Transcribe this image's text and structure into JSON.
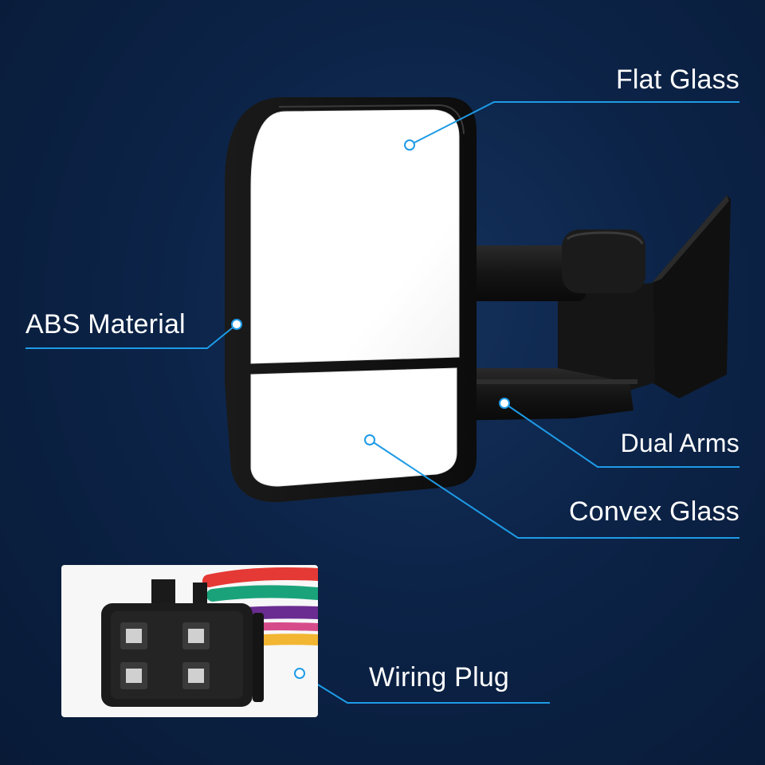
{
  "callouts": {
    "flat_glass": "Flat Glass",
    "abs_material": "ABS Material",
    "dual_arms": "Dual Arms",
    "convex_glass": "Convex Glass",
    "wiring_plug": "Wiring Plug"
  },
  "colors": {
    "background": "#0c2347",
    "callout_line": "#1e9be6",
    "label_text": "#ffffff",
    "mirror_housing": "#111111",
    "inset_background": "#f7f7f7"
  },
  "wire_colors": [
    "#e53935",
    "#1aa37a",
    "#6a2c91",
    "#f2b632"
  ]
}
